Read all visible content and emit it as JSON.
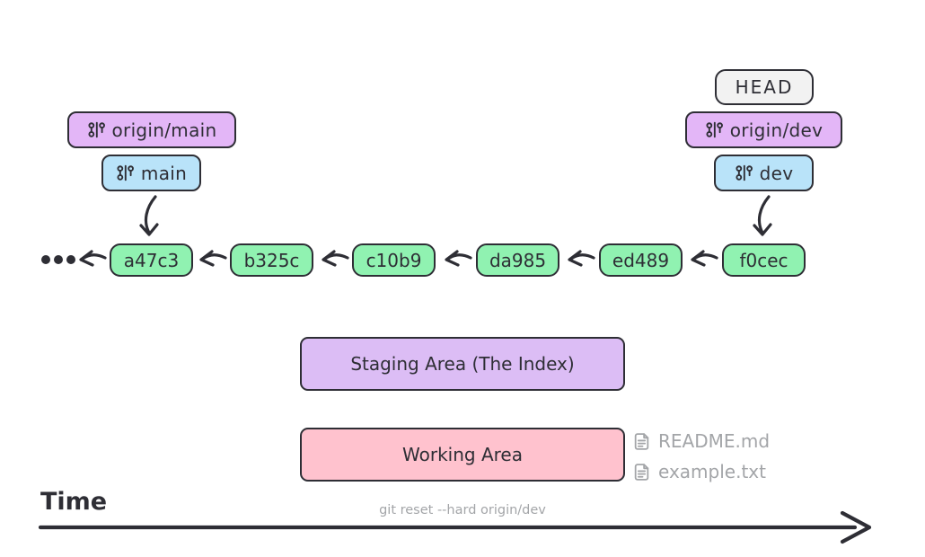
{
  "badges": {
    "head": "HEAD",
    "origin_main": "origin/main",
    "main": "main",
    "origin_dev": "origin/dev",
    "dev": "dev"
  },
  "commits": [
    "a47c3",
    "b325c",
    "c10b9",
    "da985",
    "ed489",
    "f0cec"
  ],
  "areas": {
    "staging": "Staging Area (The Index)",
    "working": "Working Area"
  },
  "files": [
    "README.md",
    "example.txt"
  ],
  "timeline": {
    "label": "Time",
    "command": "git reset --hard origin/dev"
  },
  "icons": {
    "branch": "git-branch-icon",
    "file": "file-text-icon"
  },
  "colors": {
    "badge-purple": "#e3b6f7",
    "badge-blue": "#b9e3f9",
    "badge-gray": "#f2f2f2",
    "commit-green": "#90f2b1",
    "staging-purple": "#dcbdf5",
    "working-pink": "#ffc2ce",
    "ink": "#2e2e35",
    "muted": "#a3a5a8"
  }
}
